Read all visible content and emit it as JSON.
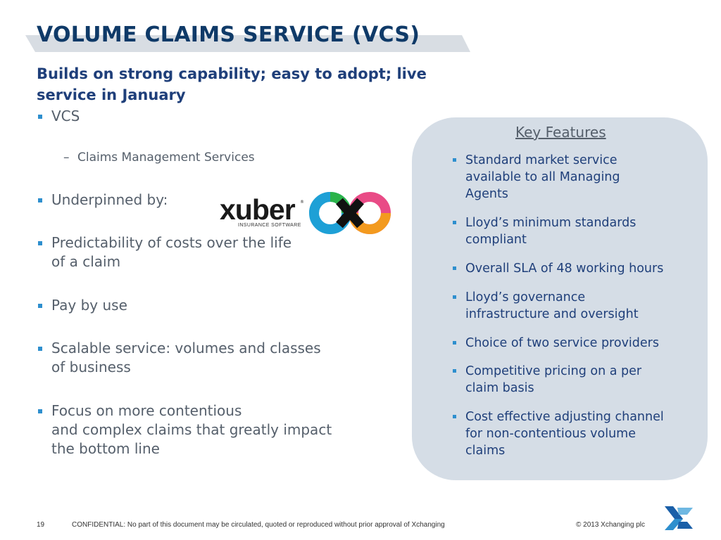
{
  "slide": {
    "title": "VOLUME CLAIMS SERVICE (VCS)",
    "subtitle_line1": "Builds on strong capability; easy to adopt; live",
    "subtitle_line2": "service in January"
  },
  "left_list": {
    "vcs": "VCS",
    "claims_mgmt": "Claims Management Services",
    "underpinned": "Underpinned by:",
    "predictability_l1": "Predictability of costs over the life",
    "predictability_l2": "of a claim",
    "pay_by_use": "Pay by use",
    "scalable_l1": "Scalable service: volumes and classes",
    "scalable_l2": "of business",
    "focus_l1": "Focus on more contentious",
    "focus_l2": "and complex claims that greatly impact",
    "focus_l3": "the bottom line"
  },
  "logo": {
    "wordmark": "xuber",
    "registered": "®",
    "tagline": "INSURANCE SOFTWARE"
  },
  "key_features": {
    "title": "Key Features",
    "items": [
      {
        "l1": "Standard market service",
        "l2": "available to all Managing",
        "l3": "Agents"
      },
      {
        "l1": "Lloyd’s minimum standards",
        "l2": "compliant"
      },
      {
        "l1": "Overall SLA of 48 working hours"
      },
      {
        "l1": "Lloyd’s governance",
        "l2": "infrastructure and oversight"
      },
      {
        "l1": "Choice of two service providers"
      },
      {
        "l1": "Competitive pricing on a per",
        "l2": "claim basis"
      },
      {
        "l1": "Cost effective adjusting channel",
        "l2": "for non-contentious volume",
        "l3": "claims"
      }
    ]
  },
  "footer": {
    "page_number": "19",
    "confidential": "CONFIDENTIAL: No part of this document may be circulated, quoted or reproduced without  prior approval of Xchanging",
    "copyright": "© 2013 Xchanging plc"
  },
  "colors": {
    "title": "#0f3a68",
    "subtitle": "#1f3f7a",
    "bullet_mark": "#2e8fce",
    "panel": "#d5dde6",
    "body_text": "#555f6b"
  }
}
